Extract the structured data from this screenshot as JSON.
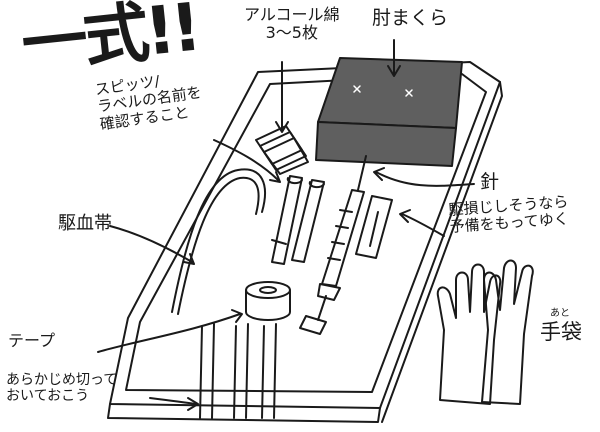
{
  "title": "一式!!",
  "labels": {
    "cotton": [
      "アルコール綿",
      "3〜5枚"
    ],
    "cushion": "肘まくら",
    "spitz": [
      "スピッツ/",
      "ラベルの名前を",
      "確認すること"
    ],
    "tourniquet": "駆血帯",
    "needle": "針",
    "needle_note": [
      "駆損じしそうなら",
      "予備をもってゆく"
    ],
    "tape": "テープ",
    "tape_note": [
      "あらかじめ切って",
      "おいておこう"
    ],
    "gloves_small": "あと",
    "gloves": "手袋"
  },
  "colors": {
    "ink": "#1a1a1a",
    "cushion": "#5f5f5f",
    "paper": "#ffffff"
  },
  "icons": [
    "tray-drawing",
    "cushion-drawing",
    "syringe-drawing",
    "tube-drawing",
    "tape-roll-drawing",
    "glove-drawing",
    "needle-drawing",
    "cotton-drawing",
    "tourniquet-drawing"
  ]
}
